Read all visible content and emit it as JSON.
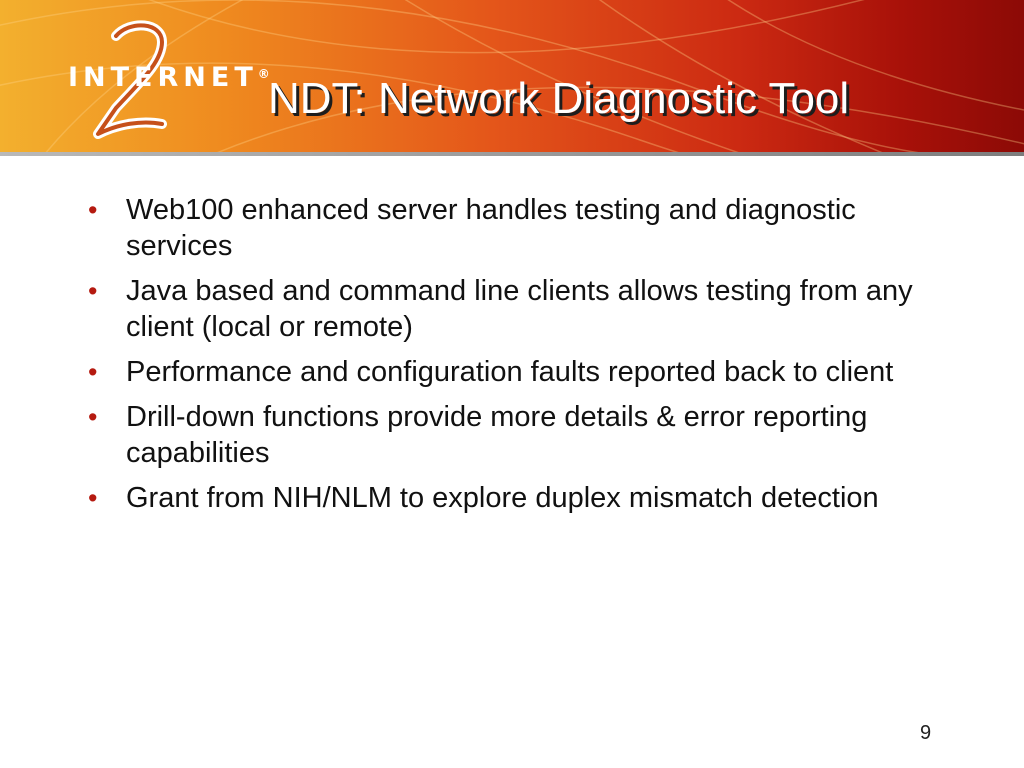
{
  "header": {
    "logo_text": "INTERNET",
    "logo_mark": "®",
    "logo_numeral": "2",
    "title": "NDT: Network Diagnostic Tool"
  },
  "bullets": [
    "Web100 enhanced server handles testing and diagnostic services",
    "Java based and command line clients allows testing from any client (local or remote)",
    "Performance and configuration faults reported back to client",
    "Drill-down functions provide more details & error reporting capabilities",
    "Grant from NIH/NLM to explore duplex mismatch detection"
  ],
  "bullet_symbol": "•",
  "page_number": "9",
  "colors": {
    "header_left": "#f3b02e",
    "header_right": "#8c0a06",
    "bullet": "#b51a10",
    "title_text": "#ffffff",
    "title_shadow": "#1d1d1d",
    "rule": "#9a9a9a"
  }
}
